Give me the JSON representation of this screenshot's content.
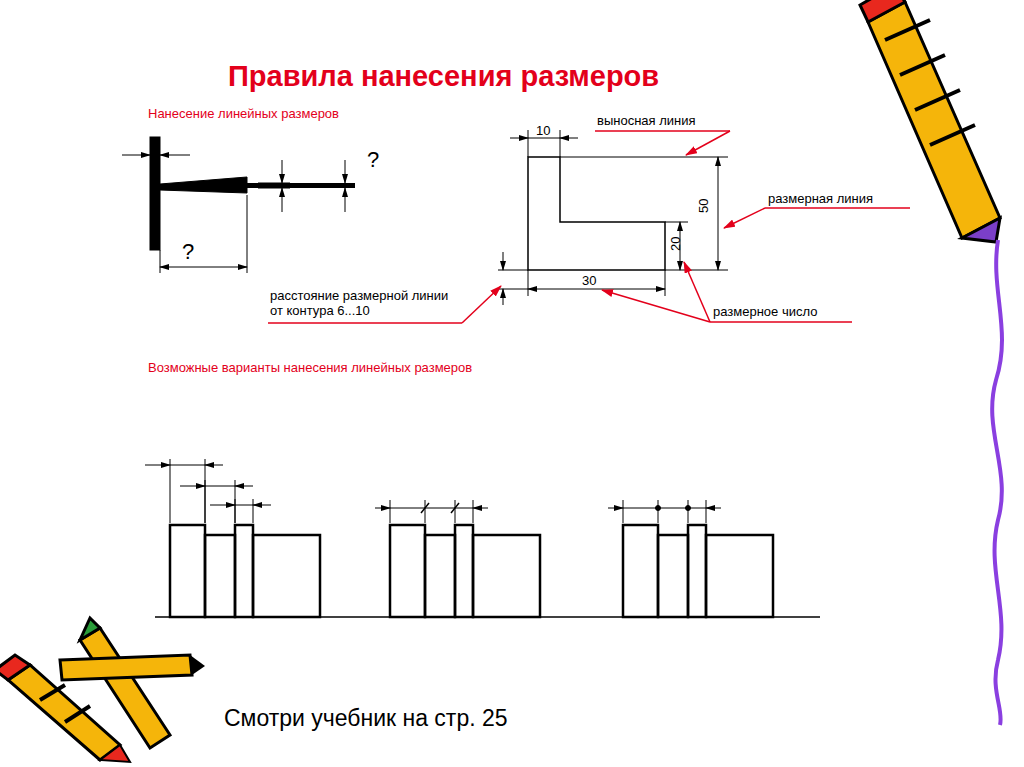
{
  "diagram": {
    "title": "Правила нанесения размеров",
    "caption": "Смотри учебник на стр. 25",
    "labels": [
      "Нанесение линейных размеров",
      "?",
      "?",
      "10",
      "выносная линия",
      "50",
      "размерная линия",
      "20",
      "30",
      "расстояние размерной линии от контура 6...10",
      "размерное число",
      "Возможные варианты нанесения линейных размеров"
    ]
  }
}
